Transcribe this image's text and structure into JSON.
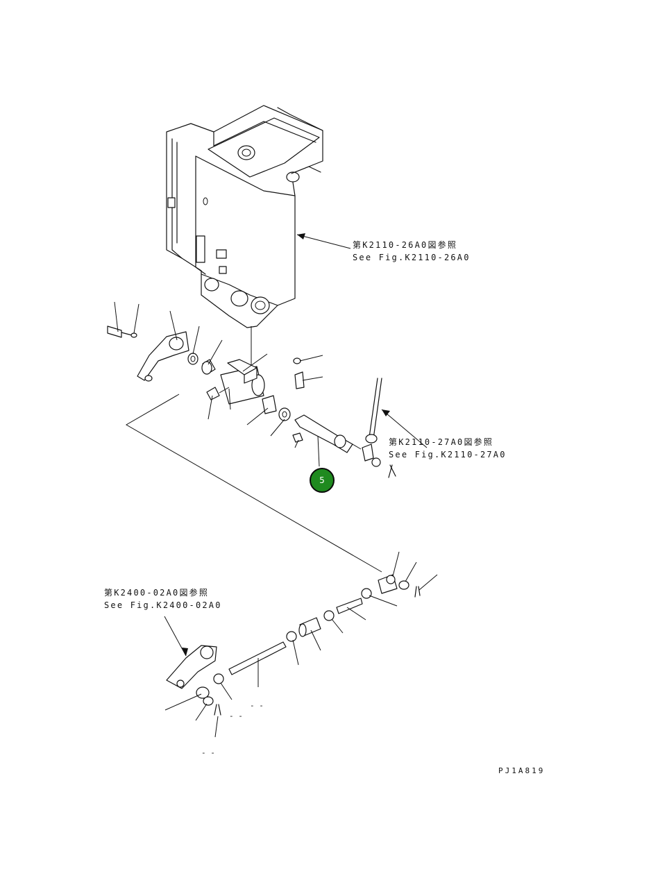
{
  "references": [
    {
      "jp": "第K2110-26A0図参照",
      "en": "See Fig.K2110-26A0"
    },
    {
      "jp": "第K2110-27A0図参照",
      "en": "See Fig.K2110-27A0"
    },
    {
      "jp": "第K2400-02A0図参照",
      "en": "See Fig.K2400-02A0"
    }
  ],
  "callout": {
    "label": "5",
    "color": "#1f8a1f"
  },
  "drawing_code": "PJ1A819",
  "fragments": [
    "- -",
    "- -",
    "- -"
  ]
}
